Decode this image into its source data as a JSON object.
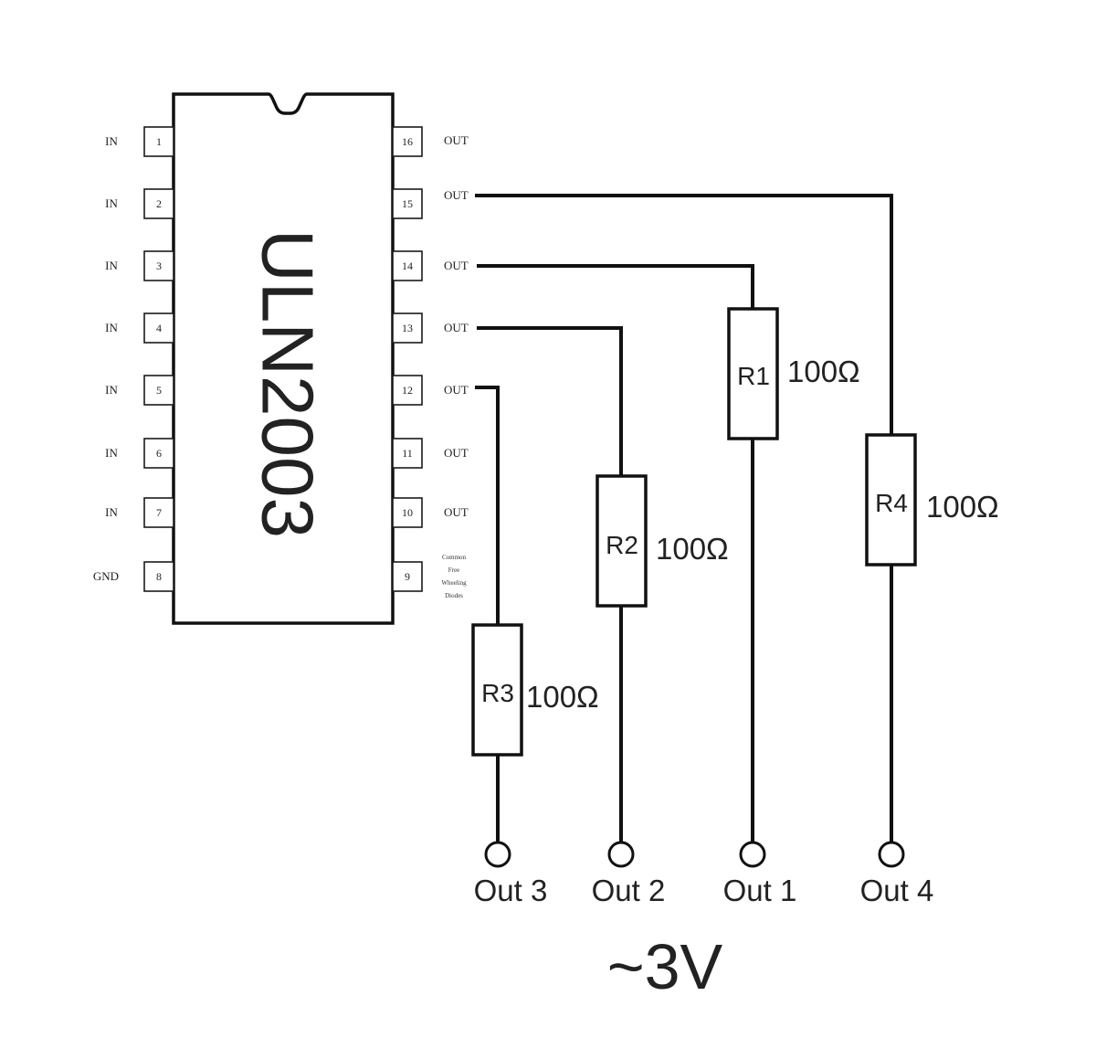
{
  "chip": {
    "name": "ULN2003",
    "left_pins": [
      {
        "num": "1",
        "label": "IN"
      },
      {
        "num": "2",
        "label": "IN"
      },
      {
        "num": "3",
        "label": "IN"
      },
      {
        "num": "4",
        "label": "IN"
      },
      {
        "num": "5",
        "label": "IN"
      },
      {
        "num": "6",
        "label": "IN"
      },
      {
        "num": "7",
        "label": "IN"
      },
      {
        "num": "8",
        "label": "GND"
      }
    ],
    "right_pins": [
      {
        "num": "16",
        "label": "OUT"
      },
      {
        "num": "15",
        "label": "OUT"
      },
      {
        "num": "14",
        "label": "OUT"
      },
      {
        "num": "13",
        "label": "OUT"
      },
      {
        "num": "12",
        "label": "OUT"
      },
      {
        "num": "11",
        "label": "OUT"
      },
      {
        "num": "10",
        "label": "OUT"
      },
      {
        "num": "9",
        "label": ""
      }
    ],
    "pin9_note": [
      "Common",
      "Free",
      "Wheeling",
      "Diodes"
    ]
  },
  "resistors": {
    "r1": {
      "name": "R1",
      "value": "100Ω"
    },
    "r2": {
      "name": "R2",
      "value": "100Ω"
    },
    "r3": {
      "name": "R3",
      "value": "100Ω"
    },
    "r4": {
      "name": "R4",
      "value": "100Ω"
    }
  },
  "outputs": {
    "out3": "Out 3",
    "out2": "Out 2",
    "out1": "Out 1",
    "out4": "Out 4"
  },
  "voltage": "~3V"
}
